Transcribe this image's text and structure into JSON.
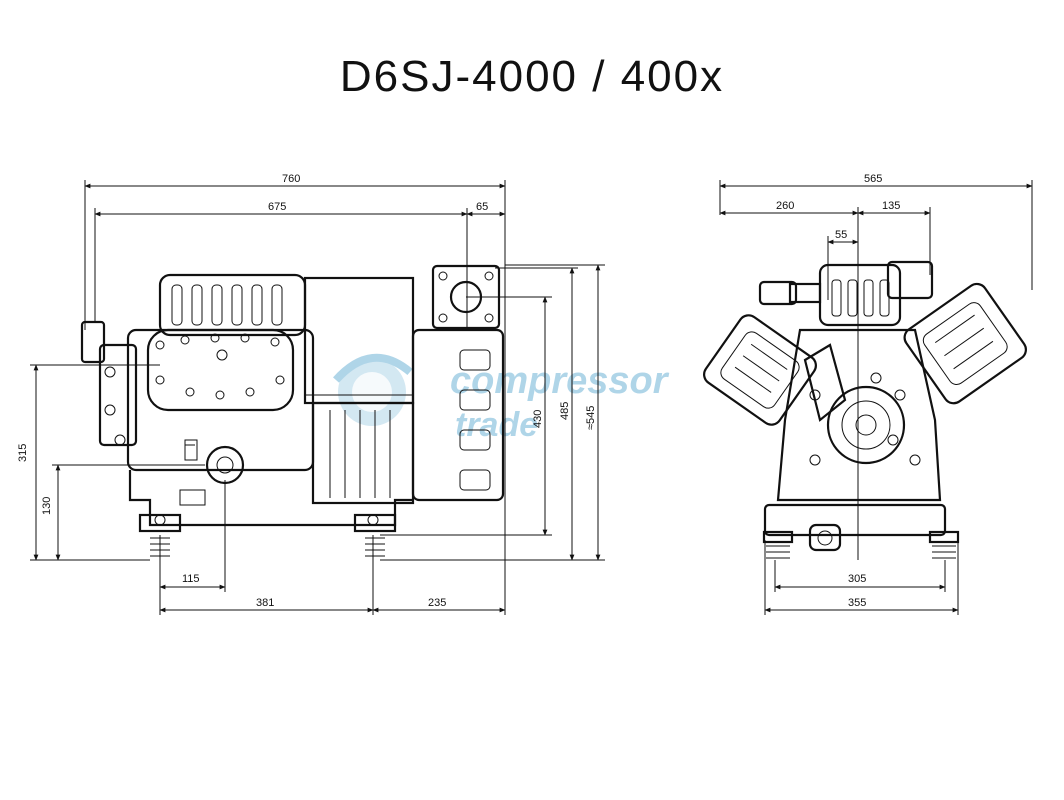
{
  "title": "D6SJ-4000 / 400x",
  "watermark": {
    "line1": "compressor",
    "line2": "trade",
    "color": "#6fb3d6"
  },
  "side_view": {
    "dims": {
      "overall_length": "760",
      "length_675": "675",
      "offset_65": "65",
      "height_315": "315",
      "height_130": "130",
      "foot_115": "115",
      "foot_381": "381",
      "foot_235": "235",
      "height_430": "430",
      "height_485": "485",
      "height_545": "≈545"
    }
  },
  "front_view": {
    "dims": {
      "overall_width": "565",
      "left_260": "260",
      "right_135": "135",
      "center_55": "55",
      "foot_305": "305",
      "foot_355": "355"
    }
  }
}
